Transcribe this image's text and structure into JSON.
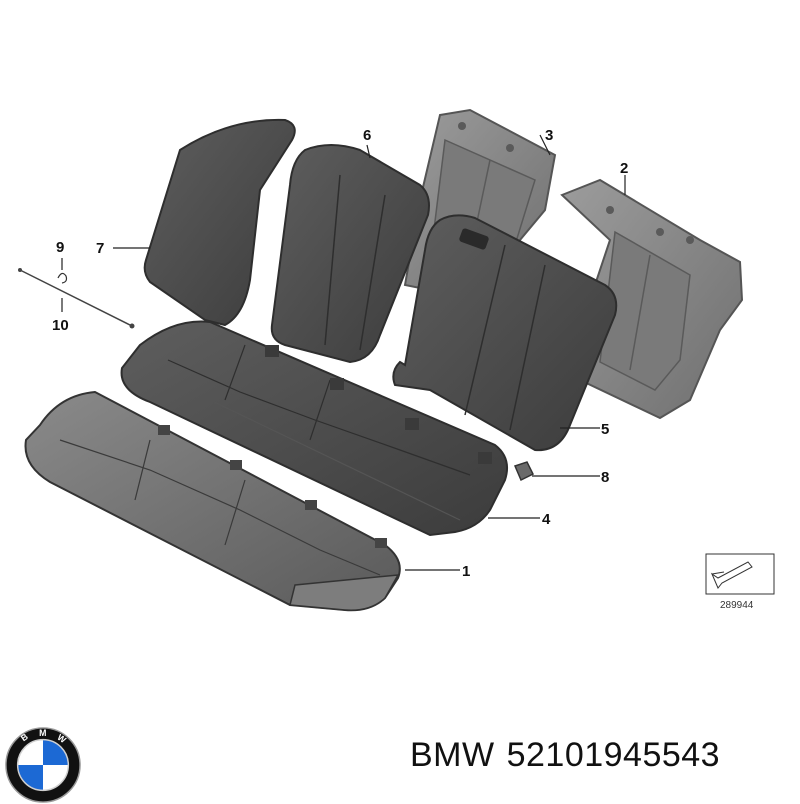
{
  "callouts": {
    "c1": "1",
    "c2": "2",
    "c3": "3",
    "c4": "4",
    "c5": "5",
    "c6": "6",
    "c7": "7",
    "c8": "8",
    "c9": "9",
    "c10": "10"
  },
  "reference_box": {
    "number": "289944"
  },
  "caption": {
    "brand": "BMW",
    "part_number": "52101945543"
  },
  "logo": {
    "letters": "BMW",
    "colors": {
      "blue": "#1c69d4",
      "ring": "#111111",
      "white": "#ffffff"
    }
  },
  "colors": {
    "part_dark": "#4a4a4a",
    "part_mid": "#6b6b6b",
    "frame": "#8c8c8c"
  }
}
